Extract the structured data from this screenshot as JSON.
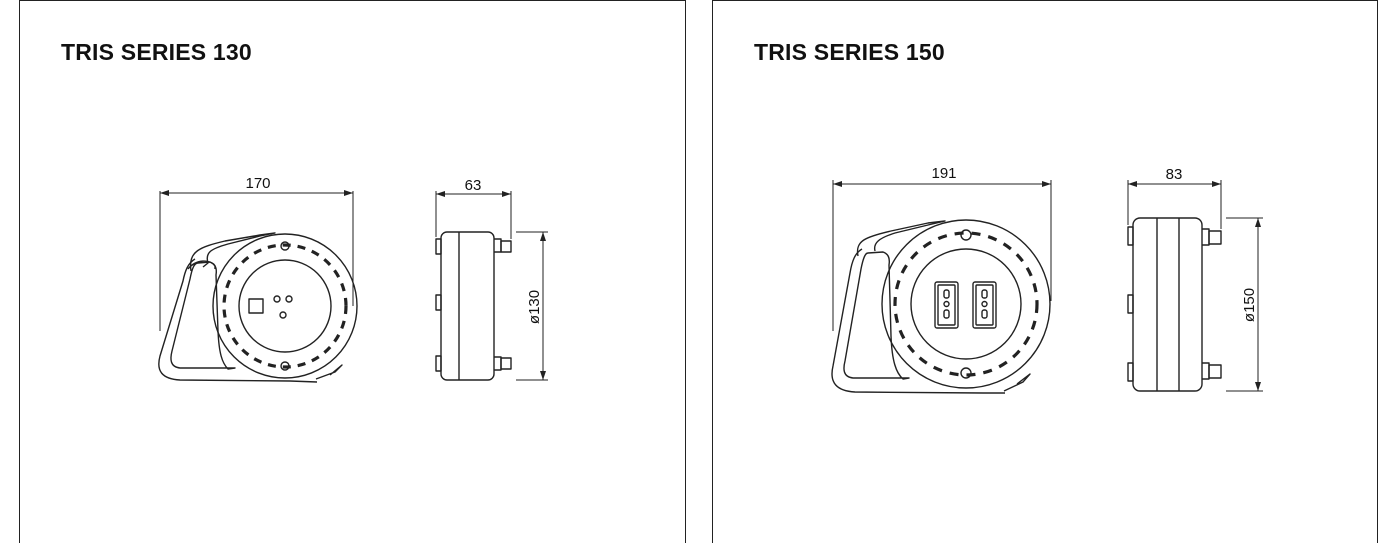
{
  "panels": [
    {
      "title": "TRIS SERIES 130",
      "dims": {
        "width": "170",
        "depth": "63",
        "diameter": "ø130"
      }
    },
    {
      "title": "TRIS SERIES 150",
      "dims": {
        "width": "191",
        "depth": "83",
        "diameter": "ø150"
      }
    }
  ],
  "colors": {
    "line": "#222222",
    "border": "#222222",
    "background": "#ffffff"
  }
}
